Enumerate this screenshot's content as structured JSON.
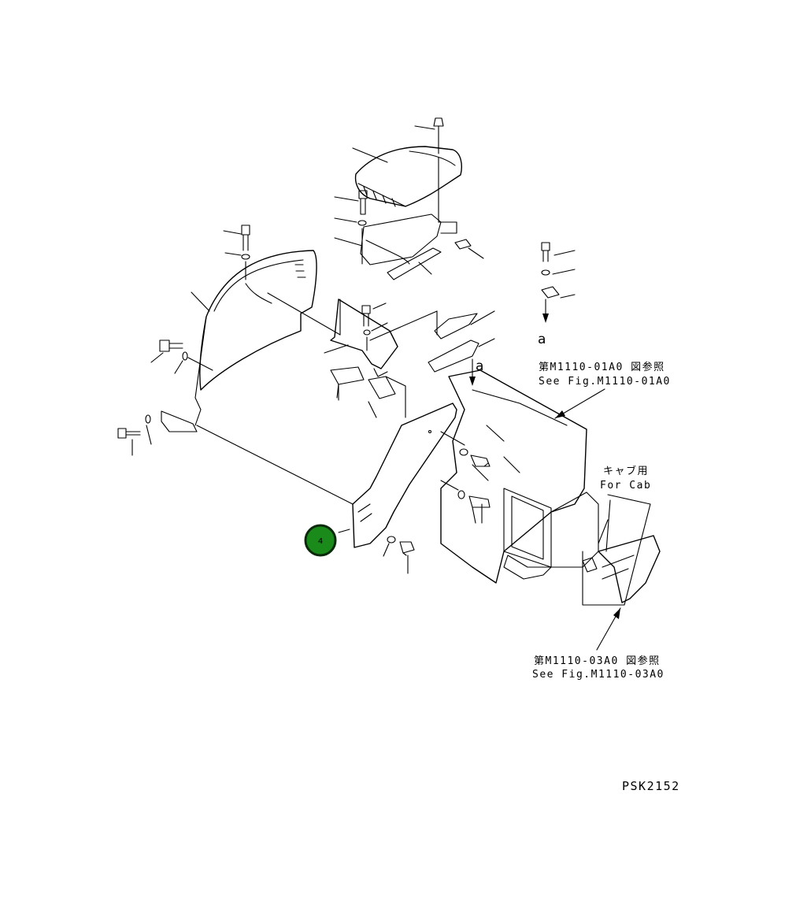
{
  "callout": {
    "number": "4",
    "fill": "#1a8a1a",
    "ring": "#0b2a0b"
  },
  "reference_1": {
    "jp": "第M1110-01A0 図参照",
    "en": "See Fig.M1110-01A0"
  },
  "reference_2": {
    "jp": "第M1110-03A0 図参照",
    "en": "See Fig.M1110-03A0"
  },
  "cab_note": {
    "jp": "キャブ用",
    "en": "For Cab"
  },
  "view_marker_1": "a",
  "view_marker_2": "a",
  "drawing_code": "PSK2152",
  "colors": {
    "line": "#000000",
    "background": "#ffffff"
  }
}
